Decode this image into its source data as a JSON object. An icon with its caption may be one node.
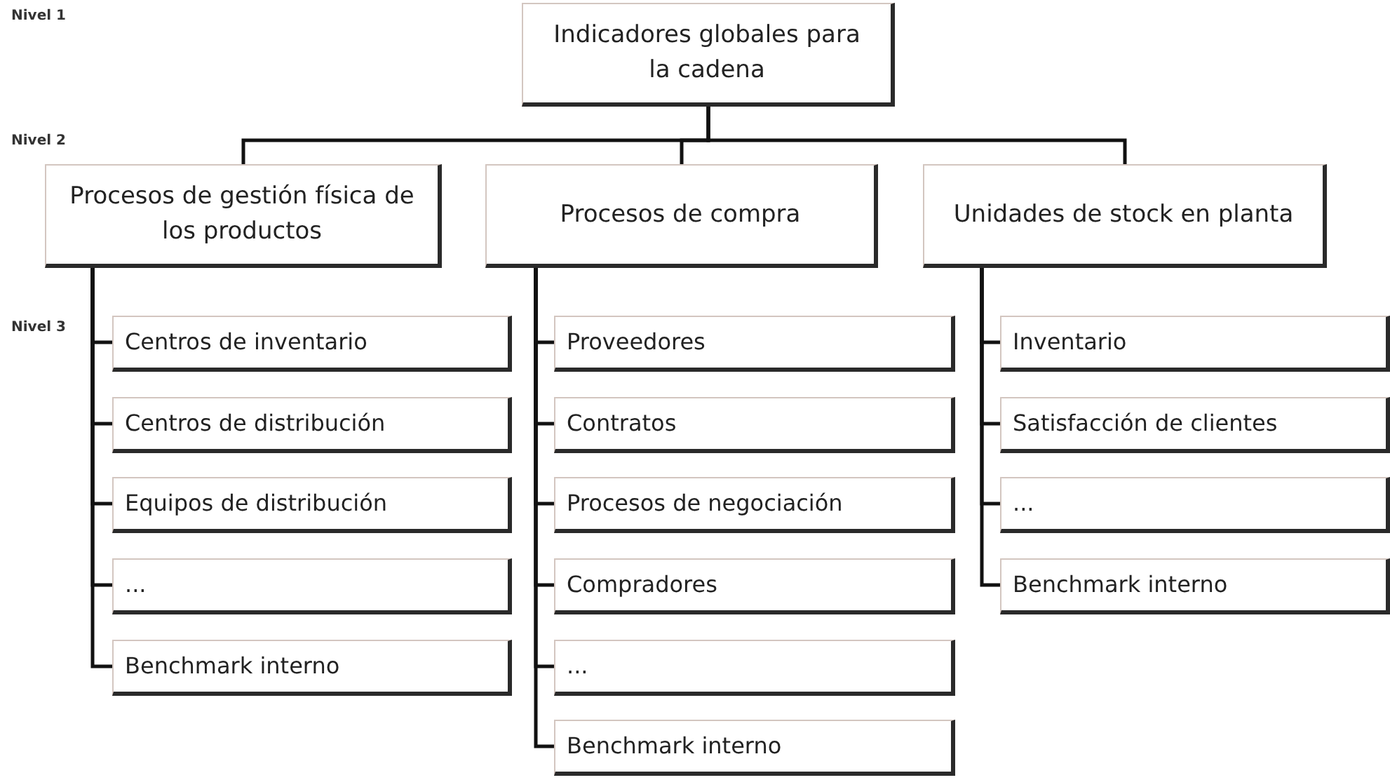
{
  "diagram": {
    "nodes": [
      {
        "text": [
          "Indicadores globales para la cadena"
        ]
      },
      {
        "text": [
          "Procesos de gestión física de los productos"
        ]
      },
      {
        "text": [
          "Procesos de compra"
        ]
      },
      {
        "text": [
          "Unidades de stock en planta"
        ]
      },
      {
        "text": [
          "Centros de inventario"
        ]
      },
      {
        "text": [
          "Centros de distribución"
        ]
      },
      {
        "text": [
          "Equipos de distribución"
        ]
      },
      {
        "text": [
          "..."
        ]
      },
      {
        "text": [
          "Benchmark interno"
        ]
      },
      {
        "text": [
          "Proveedores"
        ]
      },
      {
        "text": [
          "Contratos"
        ]
      },
      {
        "text": [
          "Procesos de negociación"
        ]
      },
      {
        "text": [
          "Compradores"
        ]
      },
      {
        "text": [
          "..."
        ]
      },
      {
        "text": [
          "Benchmark interno"
        ]
      },
      {
        "text": [
          "Inventario"
        ]
      },
      {
        "text": [
          "Satisfacción de clientes"
        ]
      },
      {
        "text": [
          "..."
        ]
      },
      {
        "text": [
          "Benchmark interno"
        ]
      }
    ],
    "edges": [
      {
        "from": 0,
        "to": 1,
        "arrow": "none"
      },
      {
        "from": 0,
        "to": 2,
        "arrow": "none"
      },
      {
        "from": 0,
        "to": 3,
        "arrow": "none"
      },
      {
        "from": 1,
        "to": 4,
        "arrow": "none"
      },
      {
        "from": 1,
        "to": 5,
        "arrow": "none"
      },
      {
        "from": 1,
        "to": 6,
        "arrow": "none"
      },
      {
        "from": 1,
        "to": 7,
        "arrow": "none"
      },
      {
        "from": 1,
        "to": 8,
        "arrow": "none"
      },
      {
        "from": 2,
        "to": 9,
        "arrow": "none"
      },
      {
        "from": 2,
        "to": 10,
        "arrow": "none"
      },
      {
        "from": 2,
        "to": 11,
        "arrow": "none"
      },
      {
        "from": 2,
        "to": 12,
        "arrow": "none"
      },
      {
        "from": 2,
        "to": 13,
        "arrow": "none"
      },
      {
        "from": 2,
        "to": 14,
        "arrow": "none"
      },
      {
        "from": 3,
        "to": 15,
        "arrow": "none"
      },
      {
        "from": 3,
        "to": 16,
        "arrow": "none"
      },
      {
        "from": 3,
        "to": 17,
        "arrow": "none"
      },
      {
        "from": 3,
        "to": 18,
        "arrow": "none"
      }
    ],
    "labels": [
      "Nivel 1",
      "Nivel 2",
      "Nivel 3"
    ]
  }
}
